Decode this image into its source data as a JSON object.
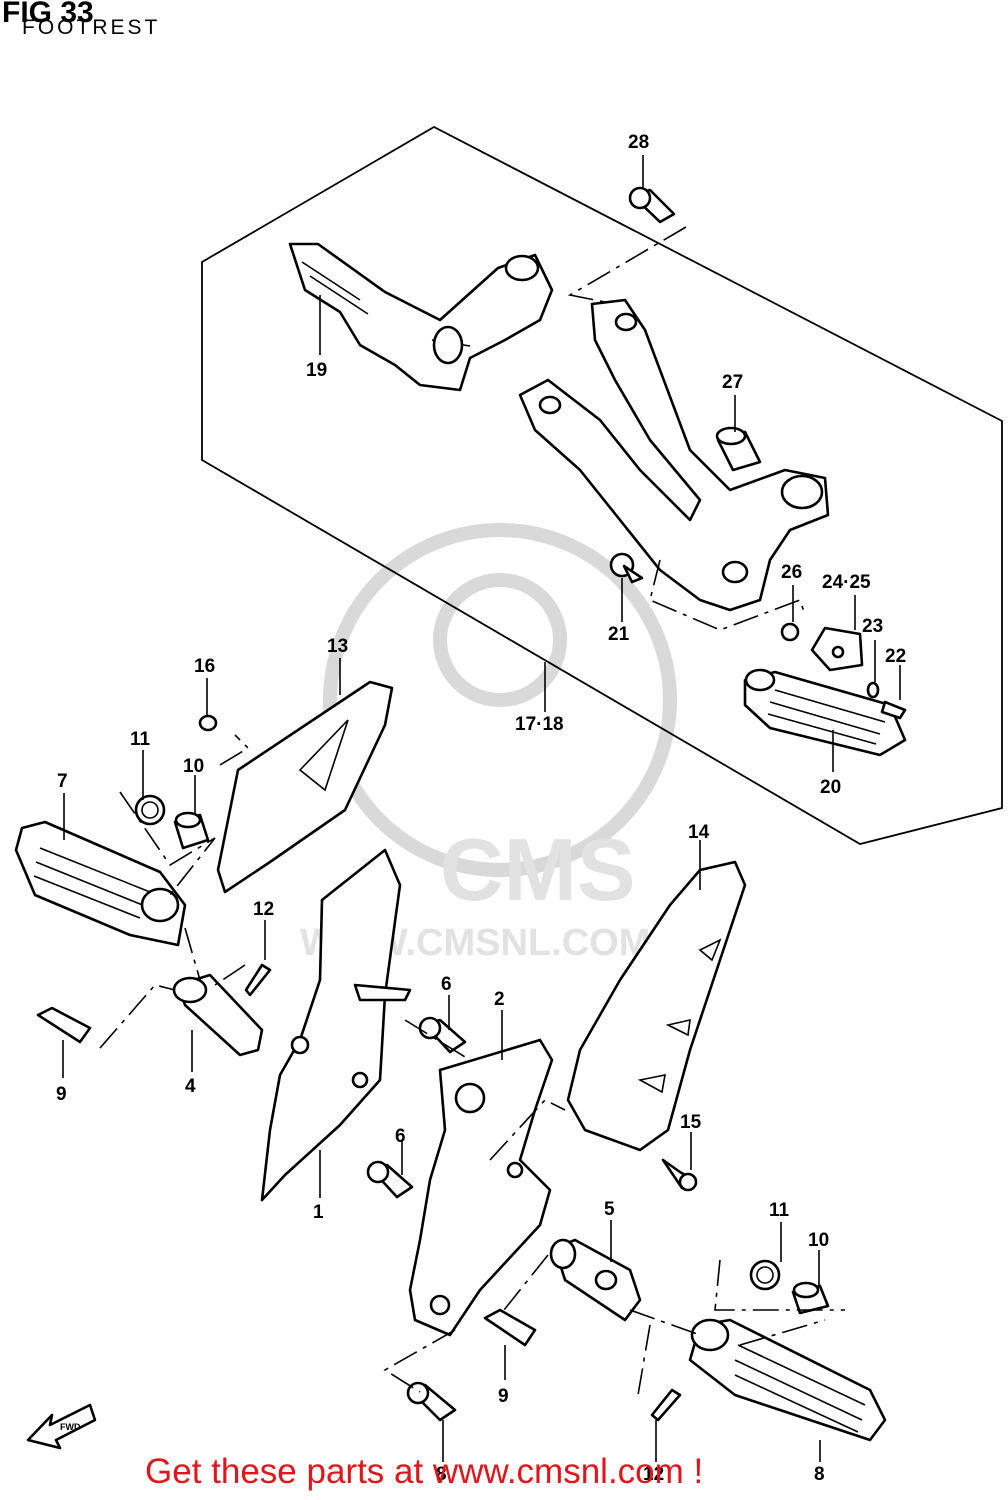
{
  "figure": {
    "title": "FIG 33",
    "subtitle": "FOOTREST"
  },
  "watermark": {
    "brand": "CMS",
    "url": "WWW.CMSNL.COM"
  },
  "fwd_label": "FWD",
  "promo": {
    "text": "Get these parts at www.cmsnl.com !"
  },
  "callouts": [
    "28",
    "19",
    "27",
    "26",
    "24·25",
    "23",
    "22",
    "21",
    "20",
    "17·18",
    "13",
    "16",
    "11",
    "10",
    "7",
    "12",
    "6",
    "2",
    "14",
    "9",
    "4",
    "6",
    "15",
    "1",
    "5",
    "11",
    "10",
    "9",
    "8",
    "12",
    "8"
  ]
}
